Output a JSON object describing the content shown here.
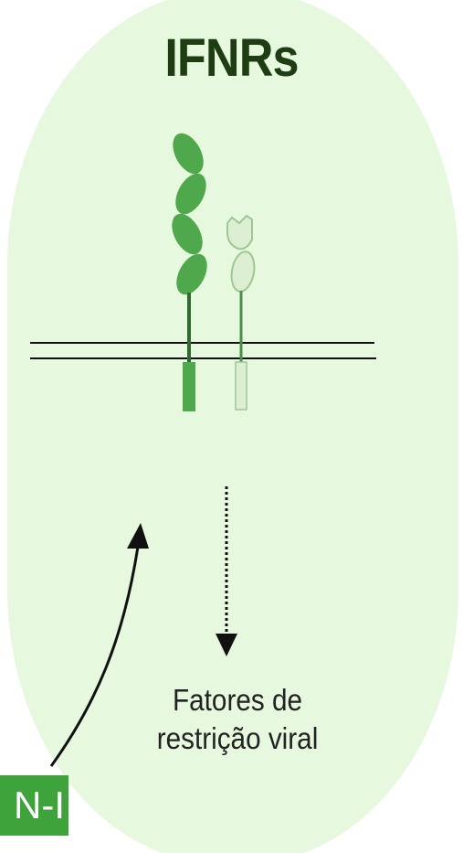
{
  "diagram": {
    "title": "IFNRs",
    "caption_line1": "Fatores de",
    "caption_line2": "restrição viral",
    "ligand_label": "N-I"
  },
  "colors": {
    "cell_fill": "#e6f8de",
    "receptor_dark": "#4fa84c",
    "receptor_light": "#dcefd2",
    "membrane": "#111111",
    "ligand_box": "#3da33a"
  }
}
